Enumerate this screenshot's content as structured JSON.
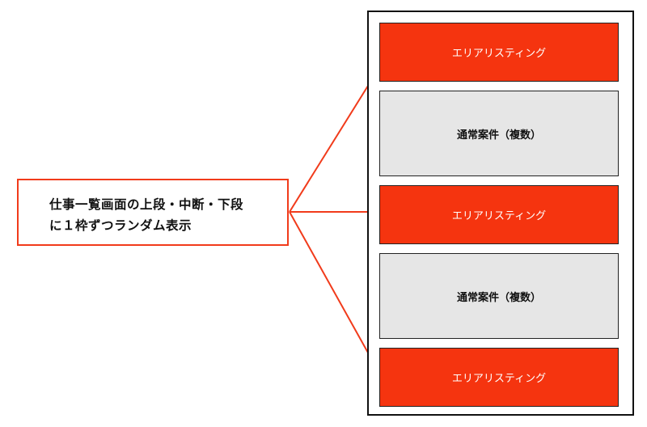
{
  "callout": {
    "line1": "仕事一覧画面の上段・中断・下段",
    "line2": "に１枠ずつランダム表示"
  },
  "column": {
    "slots": [
      {
        "label": "エリアリスティング",
        "kind": "area-listing"
      },
      {
        "label": "通常案件（複数）",
        "kind": "normal-jobs"
      },
      {
        "label": "エリアリスティング",
        "kind": "area-listing"
      },
      {
        "label": "通常案件（複数）",
        "kind": "normal-jobs"
      },
      {
        "label": "エリアリスティング",
        "kind": "area-listing"
      }
    ]
  },
  "colors": {
    "accent": "#f5340f",
    "callout_border": "#f13b1b",
    "normal_bg": "#e6e6e6",
    "frame_border": "#111111"
  }
}
